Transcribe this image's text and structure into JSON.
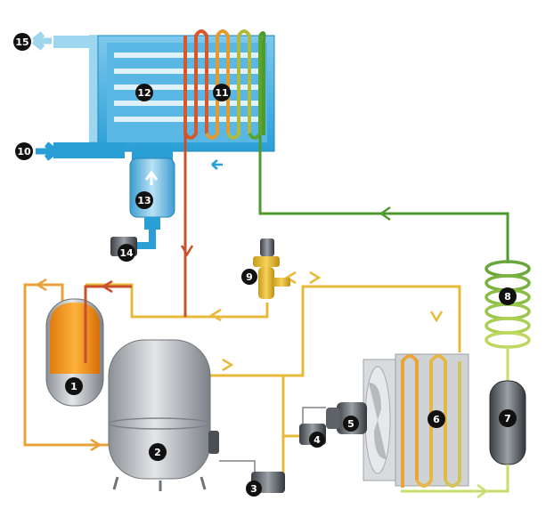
{
  "labels": {
    "n1": "1",
    "n2": "2",
    "n3": "3",
    "n4": "4",
    "n5": "5",
    "n6": "6",
    "n7": "7",
    "n8": "8",
    "n9": "9",
    "n10": "10",
    "n11": "11",
    "n12": "12",
    "n13": "13",
    "n14": "14",
    "n15": "15"
  },
  "colors": {
    "air_blue": "#2a9fd6",
    "air_light": "#9fd6ef",
    "hot_orange": "#e9a23b",
    "red_brown": "#c8502a",
    "yellow": "#e8c23a",
    "green": "#4f9a2e",
    "light_green": "#a6cf4f",
    "steel": "#a9adb2",
    "badge": "#111111"
  }
}
